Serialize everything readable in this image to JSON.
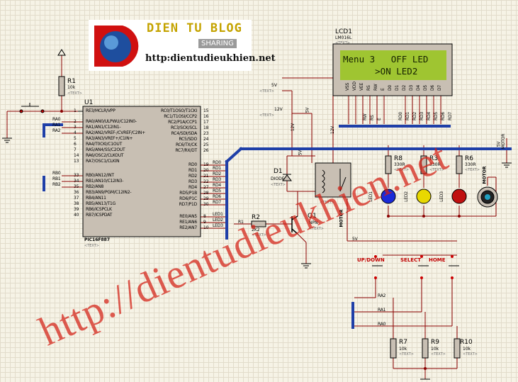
{
  "logo": {
    "title": "DIEN TU BLOG",
    "subtitle": "SHARING",
    "url": "http:dientudieukhien.net"
  },
  "watermark": "http://dientudieukhien.net",
  "lcd": {
    "ref": "LCD1",
    "part": "LM016L",
    "text_tag": "<TEXT>",
    "line1": "Menu 3   OFF LED",
    "line2": "      >ON LED2",
    "pins": [
      "VSS",
      "VDD",
      "VEE",
      "RS",
      "RW",
      "E",
      "D0",
      "D1",
      "D2",
      "D3",
      "D4",
      "D5",
      "D6",
      "D7"
    ],
    "bus_labels": [
      "RW",
      "RS",
      "E",
      "RD0",
      "RD1",
      "RD2",
      "RD3",
      "RD4",
      "RD5",
      "RD6",
      "RD7"
    ]
  },
  "mcu": {
    "ref": "U1",
    "part": "PIC16F887",
    "text_tag": "<TEXT>",
    "left_pins": [
      {
        "num": "1",
        "name": "RE3/MCLR/VPP"
      },
      {
        "num": "2",
        "name": "RA0/AN0/ULPWU/C12IN0-"
      },
      {
        "num": "3",
        "name": "RA1/AN1/C12IN1-"
      },
      {
        "num": "4",
        "name": "RA2/AN2/VREF-/CVREF/C2IN+"
      },
      {
        "num": "5",
        "name": "RA3/AN3/VREF+/C1IN+"
      },
      {
        "num": "6",
        "name": "RA4/T0CKI/C1OUT"
      },
      {
        "num": "7",
        "name": "RA5/AN4/SS/C2OUT"
      },
      {
        "num": "14",
        "name": "RA6/OSC2/CLKOUT"
      },
      {
        "num": "13",
        "name": "RA7/OSC1/CLKIN"
      },
      {
        "num": "33",
        "name": "RB0/AN12/INT"
      },
      {
        "num": "34",
        "name": "RB1/AN10/C12IN3-"
      },
      {
        "num": "35",
        "name": "RB2/AN8"
      },
      {
        "num": "36",
        "name": "RB3/AN9/PGM/C12IN2-"
      },
      {
        "num": "37",
        "name": "RB4/AN11"
      },
      {
        "num": "38",
        "name": "RB5/AN13/T1G"
      },
      {
        "num": "39",
        "name": "RB6/ICSPCLK"
      },
      {
        "num": "40",
        "name": "RB7/ICSPDAT"
      }
    ],
    "right_pins": [
      {
        "num": "15",
        "name": "RC0/T1OSO/T1CKI"
      },
      {
        "num": "16",
        "name": "RC1/T1OSI/CCP2"
      },
      {
        "num": "17",
        "name": "RC2/P1A/CCP1"
      },
      {
        "num": "18",
        "name": "RC3/SCK/SCL"
      },
      {
        "num": "23",
        "name": "RC4/SDI/SDA"
      },
      {
        "num": "24",
        "name": "RC5/SDO"
      },
      {
        "num": "25",
        "name": "RC6/TX/CK"
      },
      {
        "num": "26",
        "name": "RC7/RX/DT"
      },
      {
        "num": "19",
        "name": "RD0"
      },
      {
        "num": "20",
        "name": "RD1"
      },
      {
        "num": "21",
        "name": "RD2"
      },
      {
        "num": "22",
        "name": "RD3"
      },
      {
        "num": "27",
        "name": "RD4"
      },
      {
        "num": "28",
        "name": "RD5/P1B"
      },
      {
        "num": "29",
        "name": "RD6/P1C"
      },
      {
        "num": "30",
        "name": "RD7/P1D"
      },
      {
        "num": "8",
        "name": "RE0/AN5"
      },
      {
        "num": "9",
        "name": "RE1/AN6"
      },
      {
        "num": "10",
        "name": "RE2/AN7"
      }
    ],
    "left_nets": [
      "RA0",
      "RA1",
      "RA2",
      "RB0",
      "RB1",
      "RB2"
    ],
    "right_nets": [
      "RD0",
      "RD1",
      "RD2",
      "RD3",
      "RD4",
      "RD5",
      "RD6",
      "RD7",
      "LED1",
      "LED2",
      "LED3"
    ]
  },
  "r1": {
    "ref": "R1",
    "value": "10k",
    "text_tag": "<TEXT>"
  },
  "r2": {
    "ref": "R2",
    "value": "2K2",
    "text_tag": "<TEXT>",
    "net": "R1"
  },
  "q1": {
    "ref": "Q1",
    "part": "NPN",
    "text_tag": "<TEXT>"
  },
  "d1": {
    "ref": "D1",
    "part": "DIODE",
    "text_tag": "<TEXT>"
  },
  "motor_relay": {
    "label": "MOTOR",
    "v5": "5V",
    "v12": "12V",
    "text_tag": "<TEXT>"
  },
  "supplies": [
    {
      "label": "5V",
      "text_tag": "<TEXT>"
    },
    {
      "label": "12V",
      "text_tag": "<TEXT>"
    }
  ],
  "rails": {
    "v12": "12V",
    "v5": "5V",
    "v5b": "5V",
    "v5c": "5V",
    "vled": "5V"
  },
  "led_resistors": [
    {
      "ref": "R8",
      "value": "330R",
      "text_tag": "<TEXT>"
    },
    {
      "ref": "R3",
      "value": "330R",
      "text_tag": "<TEXT>"
    },
    {
      "ref": "R6",
      "value": "330R",
      "text_tag": "<TEXT>"
    }
  ],
  "leds": [
    "LED1",
    "LED2",
    "LED3"
  ],
  "motor": {
    "label": "MOTOR"
  },
  "motor_bus": "MOTOR",
  "buttons": [
    {
      "label": "UP/DOWN"
    },
    {
      "label": "SELECT"
    },
    {
      "label": "HOME"
    }
  ],
  "button_nets": [
    "RA2",
    "RA1",
    "RA0"
  ],
  "pulldowns": [
    {
      "ref": "R7",
      "value": "10k",
      "text_tag": "<TEXT>"
    },
    {
      "ref": "R9",
      "value": "10k",
      "text_tag": "<TEXT>"
    },
    {
      "ref": "R10",
      "value": "10k",
      "text_tag": "<TEXT>"
    }
  ],
  "colors": {
    "wire": "#8b0000",
    "bus": "#1f3fa8",
    "body": "#c8bfb3",
    "lcd_green": "#9fc531",
    "led_blue": "#1a2ad8",
    "led_yellow": "#e8d800",
    "led_red": "#c01010",
    "watermark": "#d21e14"
  }
}
